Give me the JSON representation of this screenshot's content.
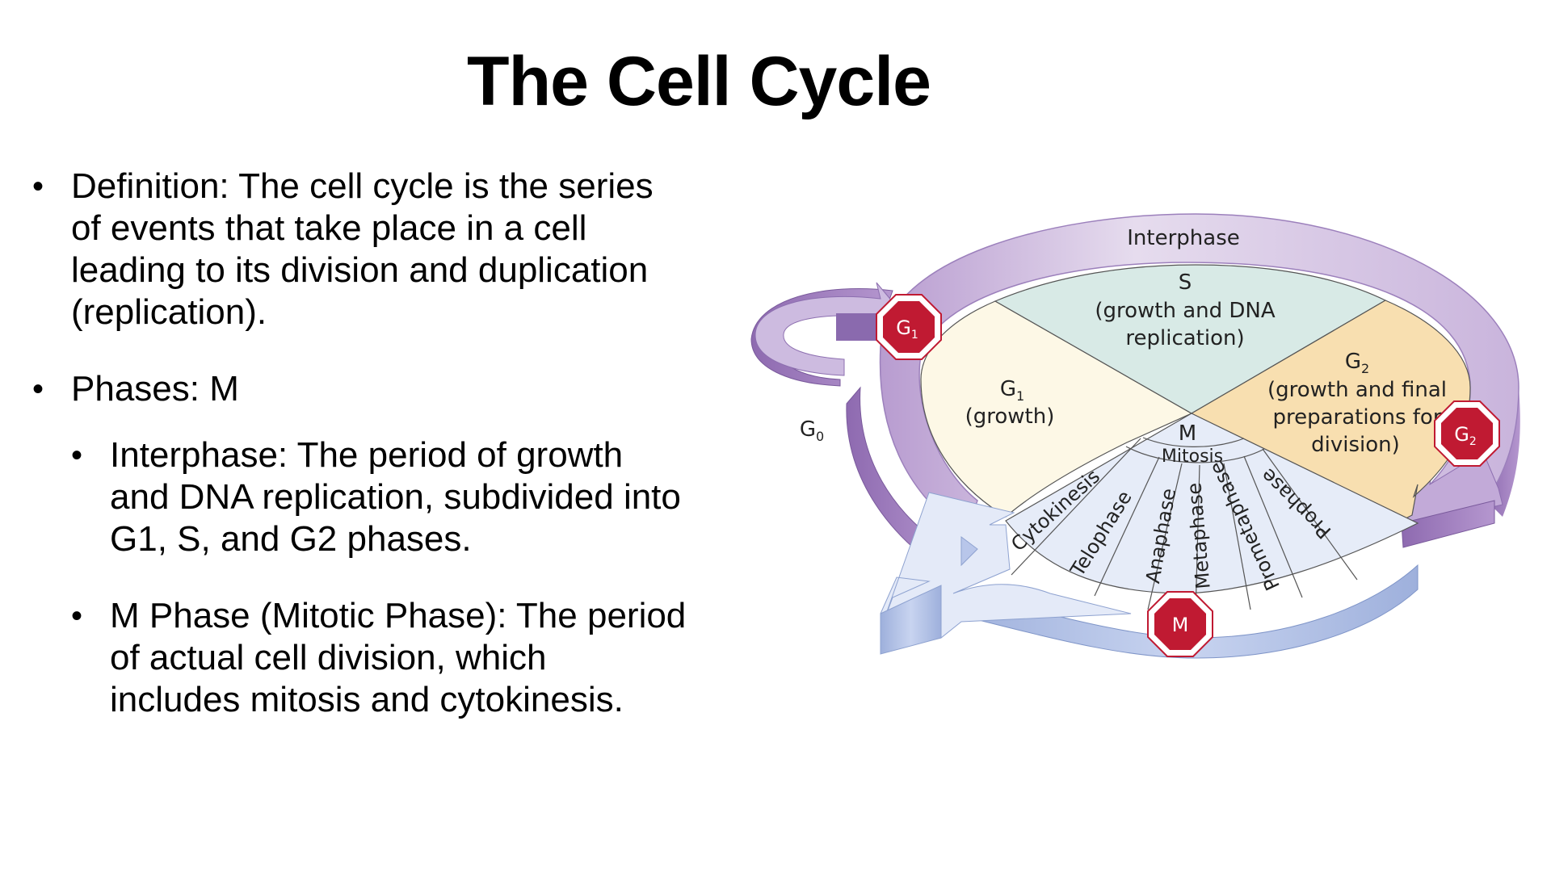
{
  "slide": {
    "title": "The Cell Cycle",
    "bullets": [
      {
        "text": "Definition: The cell cycle is the series of events that take place in a cell leading to its division and duplication (replication).",
        "lines": [
          "Definition: The cell cycle is the series",
          "of events that take place in a cell",
          "leading to its division and duplication",
          "(replication)."
        ]
      },
      {
        "text": "Phases: M",
        "lines": [
          "Phases: M"
        ],
        "sub_bullets": [
          {
            "text": "Interphase: The period of growth and DNA replication, subdivided into G1, S, and G2 phases.",
            "lines": [
              "Interphase: The period of growth",
              "and DNA replication, subdivided into",
              "G1, S, and G2 phases."
            ]
          },
          {
            "text": "M Phase (Mitotic Phase): The period of actual cell division, which includes mitosis and cytokinesis.",
            "lines": [
              "M Phase (Mitotic Phase): The period",
              "of actual cell division, which",
              "includes mitosis and cytokinesis."
            ]
          }
        ]
      }
    ],
    "bullet_glyph": "•"
  },
  "diagram": {
    "ring_label": "Interphase",
    "sectors": {
      "s": {
        "name": "S",
        "desc_lines": [
          "(growth and DNA",
          "replication)"
        ]
      },
      "g1": {
        "name": "G",
        "sub": "1",
        "desc_lines": [
          "(growth)"
        ]
      },
      "g2": {
        "name": "G",
        "sub": "2",
        "desc_lines": [
          "(growth and final",
          "preparations for",
          "division)"
        ]
      },
      "m": {
        "name": "M",
        "mitosis_label": "Mitosis"
      }
    },
    "mitosis_stages": [
      "Cytokinesis",
      "Telophase",
      "Anaphase",
      "Metaphase",
      "Prometaphase",
      "Prophase"
    ],
    "g0_label": {
      "name": "G",
      "sub": "0"
    },
    "checkpoints": [
      {
        "id": "g1",
        "name": "G",
        "sub": "1"
      },
      {
        "id": "g2",
        "name": "G",
        "sub": "2"
      },
      {
        "id": "m",
        "name": "M",
        "sub": ""
      }
    ],
    "colors": {
      "g1_fill": "#fdf8e6",
      "s_fill": "#d8eae6",
      "g2_fill": "#f8dfb0",
      "m_fill": "#e6ecf8",
      "ring_light": "#ddd0e8",
      "ring_dark": "#9a78b8",
      "arrow_blue_light": "#e4eaf8",
      "arrow_blue_dark": "#a8b8e0",
      "checkpoint_red": "#c01a32",
      "checkpoint_border": "#c01a32"
    }
  }
}
